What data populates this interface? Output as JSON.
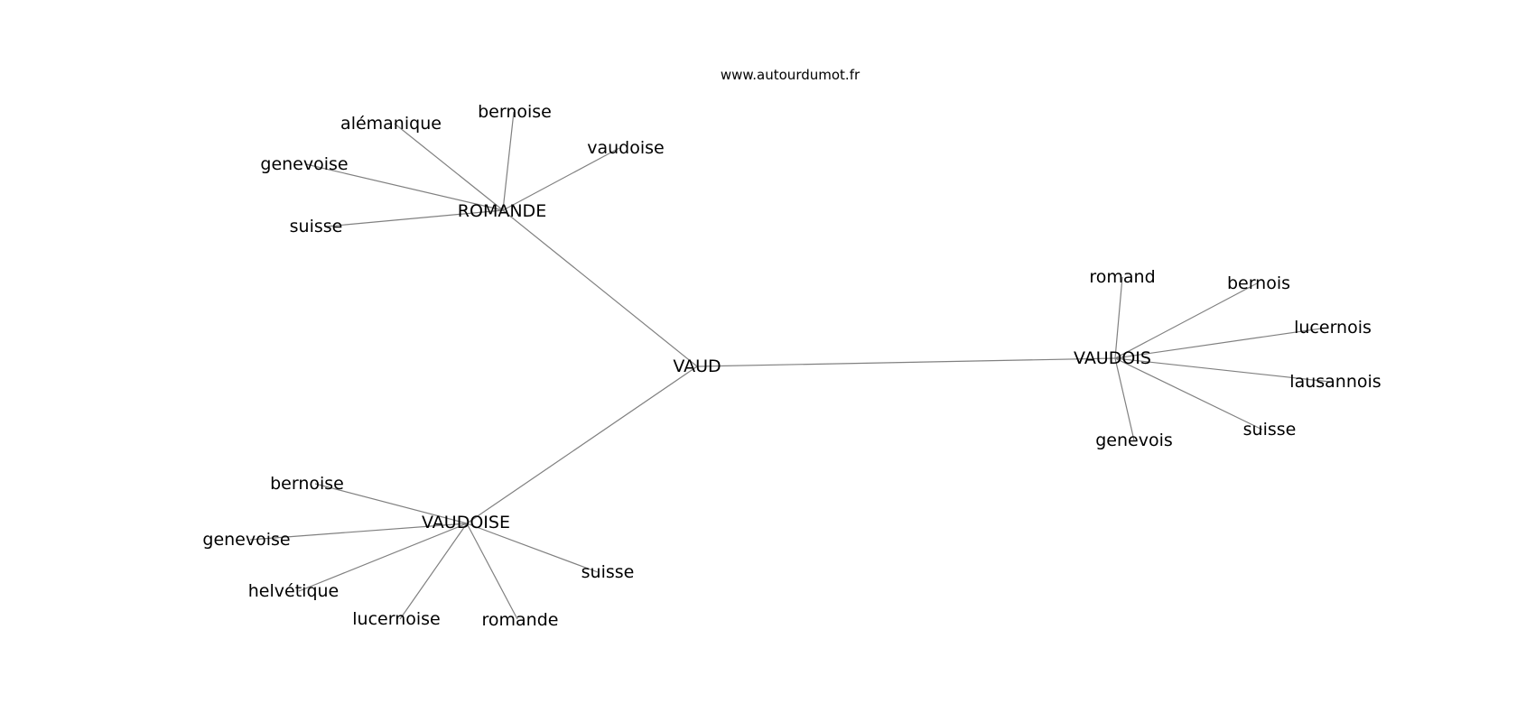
{
  "watermark": "www.autourdumot.fr",
  "colors": {
    "edge": "#808080",
    "text": "#000000",
    "background": "#ffffff"
  },
  "graph": {
    "center": "VAUD",
    "nodes": [
      {
        "id": "vaud",
        "label": "VAUD"
      },
      {
        "id": "romande_hub",
        "label": "ROMANDE"
      },
      {
        "id": "vaudoise_hub",
        "label": "VAUDOISE"
      },
      {
        "id": "vaudois_hub",
        "label": "VAUDOIS"
      },
      {
        "id": "r_alemanique",
        "label": "alémanique"
      },
      {
        "id": "r_bernoise",
        "label": "bernoise"
      },
      {
        "id": "r_vaudoise",
        "label": "vaudoise"
      },
      {
        "id": "r_genevoise",
        "label": "genevoise"
      },
      {
        "id": "r_suisse",
        "label": "suisse"
      },
      {
        "id": "vs_romand",
        "label": "romand"
      },
      {
        "id": "vs_bernois",
        "label": "bernois"
      },
      {
        "id": "vs_lucernois",
        "label": "lucernois"
      },
      {
        "id": "vs_lausannois",
        "label": "lausannois"
      },
      {
        "id": "vs_suisse",
        "label": "suisse"
      },
      {
        "id": "vs_genevois",
        "label": "genevois"
      },
      {
        "id": "ve_bernoise",
        "label": "bernoise"
      },
      {
        "id": "ve_genevoise",
        "label": "genevoise"
      },
      {
        "id": "ve_helvetique",
        "label": "helvétique"
      },
      {
        "id": "ve_lucernoise",
        "label": "lucernoise"
      },
      {
        "id": "ve_romande",
        "label": "romande"
      },
      {
        "id": "ve_suisse",
        "label": "suisse"
      }
    ],
    "edges": [
      [
        "vaud",
        "romande_hub"
      ],
      [
        "vaud",
        "vaudoise_hub"
      ],
      [
        "vaud",
        "vaudois_hub"
      ],
      [
        "romande_hub",
        "r_alemanique"
      ],
      [
        "romande_hub",
        "r_bernoise"
      ],
      [
        "romande_hub",
        "r_vaudoise"
      ],
      [
        "romande_hub",
        "r_genevoise"
      ],
      [
        "romande_hub",
        "r_suisse"
      ],
      [
        "vaudois_hub",
        "vs_romand"
      ],
      [
        "vaudois_hub",
        "vs_bernois"
      ],
      [
        "vaudois_hub",
        "vs_lucernois"
      ],
      [
        "vaudois_hub",
        "vs_lausannois"
      ],
      [
        "vaudois_hub",
        "vs_suisse"
      ],
      [
        "vaudois_hub",
        "vs_genevois"
      ],
      [
        "vaudoise_hub",
        "ve_bernoise"
      ],
      [
        "vaudoise_hub",
        "ve_genevoise"
      ],
      [
        "vaudoise_hub",
        "ve_helvetique"
      ],
      [
        "vaudoise_hub",
        "ve_lucernoise"
      ],
      [
        "vaudoise_hub",
        "ve_romande"
      ],
      [
        "vaudoise_hub",
        "ve_suisse"
      ]
    ]
  }
}
